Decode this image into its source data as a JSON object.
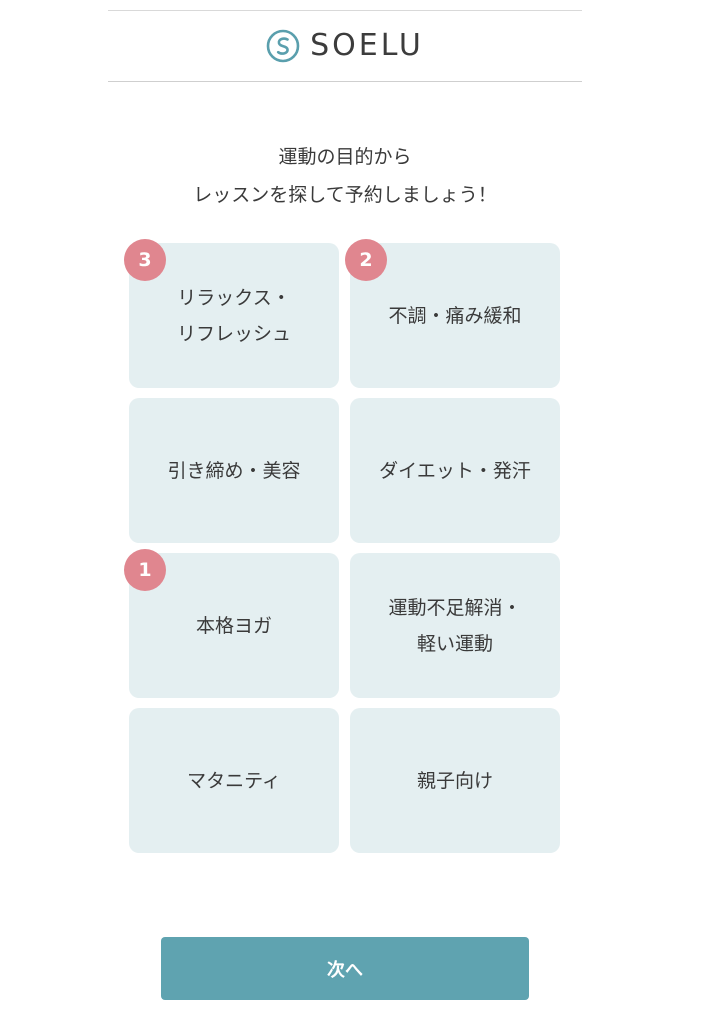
{
  "header": {
    "logo_text": "SOELU",
    "logo_icon": "soelu-s-circle-logo"
  },
  "intro": {
    "line1": "運動の目的から",
    "line2": "レッスンを探して予約しましょう！"
  },
  "purposes": [
    {
      "label": "リラックス・\nリフレッシュ",
      "rank": "3"
    },
    {
      "label": "不調・痛み緩和",
      "rank": "2"
    },
    {
      "label": "引き締め・美容",
      "rank": ""
    },
    {
      "label": "ダイエット・発汗",
      "rank": ""
    },
    {
      "label": "本格ヨガ",
      "rank": "1"
    },
    {
      "label": "運動不足解消・\n軽い運動",
      "rank": ""
    },
    {
      "label": "マタニティ",
      "rank": ""
    },
    {
      "label": "親子向け",
      "rank": ""
    }
  ],
  "footer": {
    "next_label": "次へ"
  },
  "colors": {
    "card_bg": "#e4eff1",
    "badge": "#e0868f",
    "button": "#5fa3b0",
    "logo_accent": "#5a9fad"
  }
}
